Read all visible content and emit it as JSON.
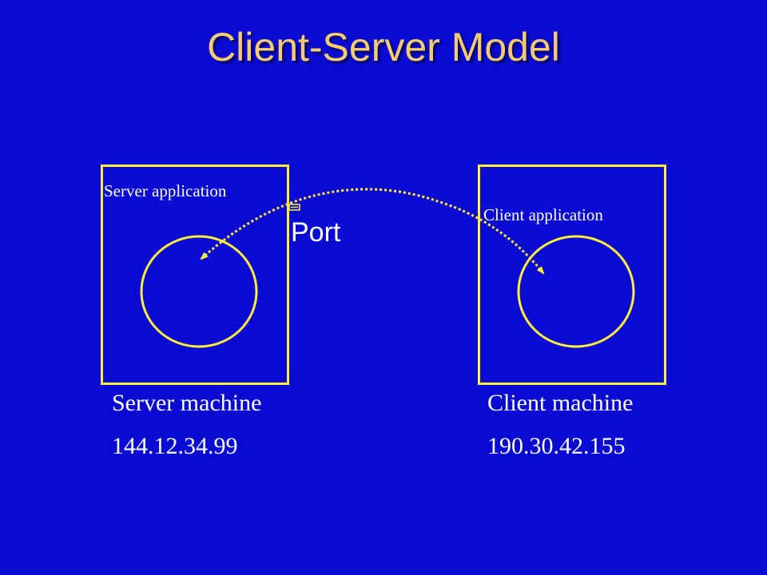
{
  "title": "Client-Server Model",
  "server": {
    "app_label": "Server application",
    "machine_label": "Server machine",
    "ip": "144.12.34.99"
  },
  "client": {
    "app_label": "Client application",
    "machine_label": "Client machine",
    "ip": "190.30.42.155"
  },
  "port_label": "Port",
  "colors": {
    "background": "#0a0ad2",
    "title": "#f5cc6e",
    "outline": "#ffee3a",
    "text": "#ffffff"
  }
}
